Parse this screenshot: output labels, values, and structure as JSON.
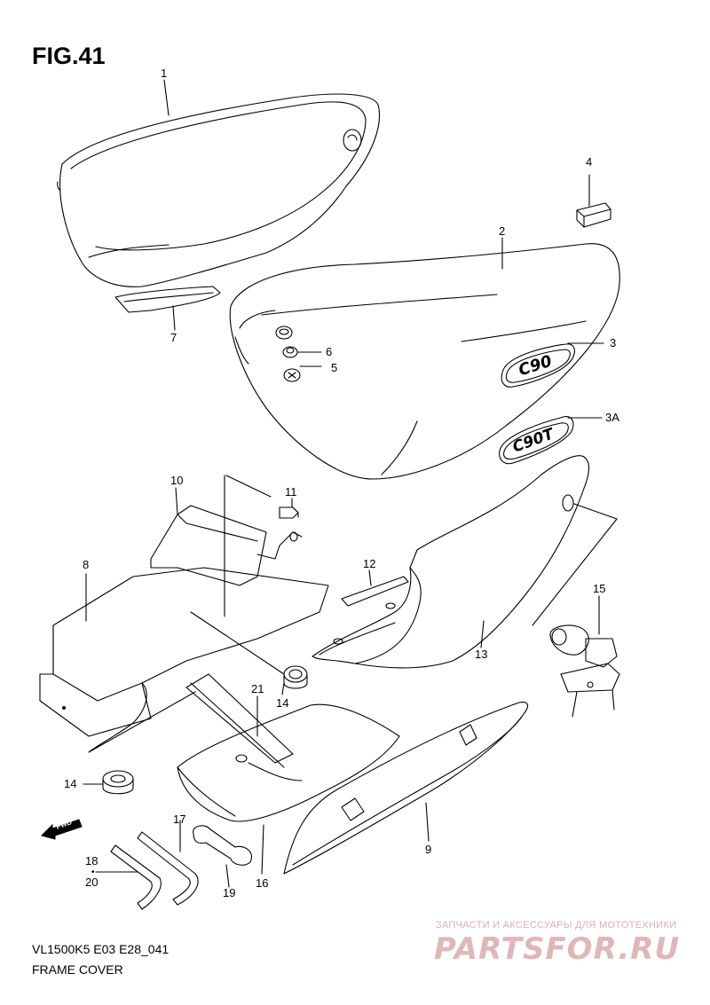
{
  "figure": {
    "title": "FIG.41"
  },
  "callouts": {
    "c1": "1",
    "c2": "2",
    "c3": "3",
    "c3a": "3A",
    "c4": "4",
    "c5": "5",
    "c6": "6",
    "c7": "7",
    "c8": "8",
    "c9": "9",
    "c10": "10",
    "c11": "11",
    "c12": "12",
    "c13": "13",
    "c14a": "14",
    "c14b": "14",
    "c15": "15",
    "c16": "16",
    "c17": "17",
    "c18": "18",
    "c19": "19",
    "c20": "20",
    "c21": "21"
  },
  "badges": {
    "c90": "C90",
    "c90t": "C90T",
    "fwd": "FWD"
  },
  "footer": {
    "model": "VL1500K5 E03 E28_041",
    "section": "FRAME COVER"
  },
  "watermark": {
    "tagline": "ЗАПЧАСТИ И АКСЕССУАРЫ ДЛЯ МОТОТЕХНИКИ",
    "brand": "PARTSFOR.RU"
  }
}
